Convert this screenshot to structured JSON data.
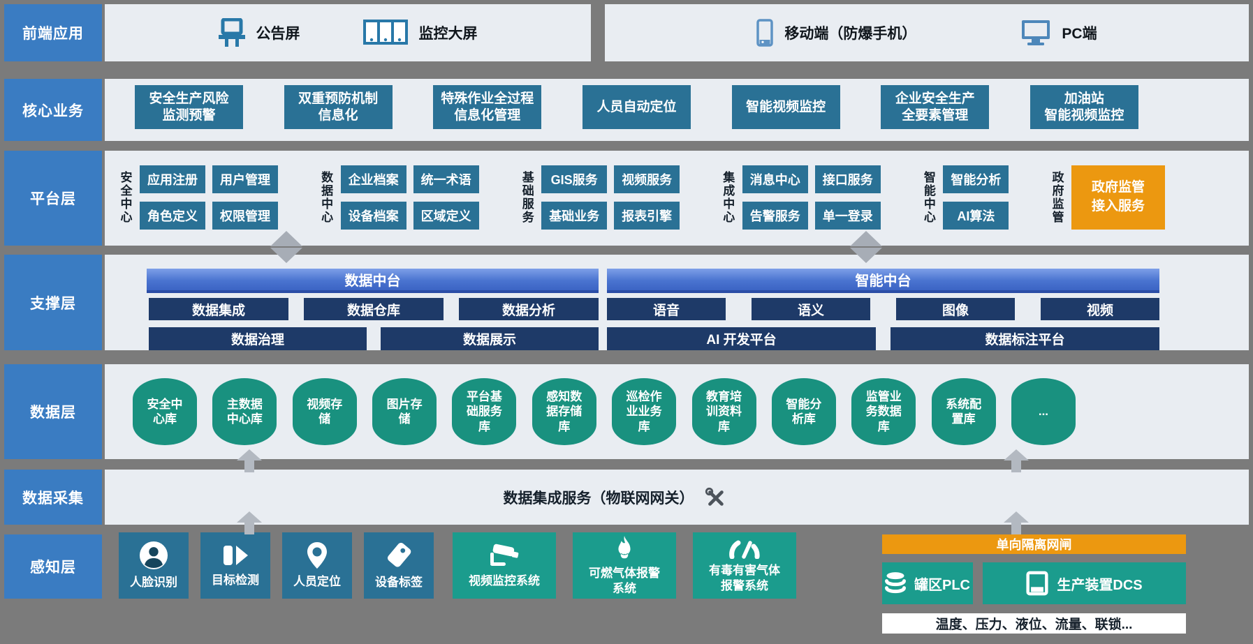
{
  "colors": {
    "background_gray": "#7b7b7b",
    "band_light": "#e9edf2",
    "sidebar_blue": "#3a7cc2",
    "box_teal_blue": "#2a7195",
    "box_navy": "#1e3a68",
    "mid_platform_blue": "#4a74d0",
    "cylinder_green": "#19917f",
    "sensor_green": "#1b9c8d",
    "accent_orange": "#ec9810"
  },
  "layers": {
    "frontend": {
      "label": "前端应用",
      "panel1": [
        {
          "icon": "billboard-icon",
          "label": "公告屏"
        },
        {
          "icon": "monitor-wall-icon",
          "label": "监控大屏"
        }
      ],
      "panel2": [
        {
          "icon": "phone-icon",
          "label": "移动端（防爆手机）"
        },
        {
          "icon": "pc-icon",
          "label": "PC端"
        }
      ]
    },
    "core": {
      "label": "核心业务",
      "boxes": [
        "安全生产风险\n监测预警",
        "双重预防机制\n信息化",
        "特殊作业全过程\n信息化管理",
        "人员自动定位",
        "智能视频监控",
        "企业安全生产\n全要素管理",
        "加油站\n智能视频监控"
      ]
    },
    "platform": {
      "label": "平台层",
      "groups": [
        {
          "title": "安全中心",
          "cols": [
            [
              "应用注册",
              "角色定义"
            ],
            [
              "用户管理",
              "权限管理"
            ]
          ]
        },
        {
          "title": "数据中心",
          "cols": [
            [
              "企业档案",
              "设备档案"
            ],
            [
              "统一术语",
              "区域定义"
            ]
          ]
        },
        {
          "title": "基础服务",
          "cols": [
            [
              "GIS服务",
              "基础业务"
            ],
            [
              "视频服务",
              "报表引擎"
            ]
          ]
        },
        {
          "title": "集成中心",
          "cols": [
            [
              "消息中心",
              "告警服务"
            ],
            [
              "接口服务",
              "单一登录"
            ]
          ]
        },
        {
          "title": "智能中心",
          "cols": [
            [
              "智能分析",
              "AI算法"
            ]
          ]
        }
      ],
      "gov": {
        "title": "政府监管",
        "box": "政府监管\n接入服务"
      }
    },
    "support": {
      "label": "支撑层",
      "left": {
        "header": "数据中台",
        "row1": [
          "数据集成",
          "数据仓库",
          "数据分析"
        ],
        "row2": [
          "数据治理",
          "数据展示"
        ]
      },
      "right": {
        "header": "智能中台",
        "row1": [
          "语音",
          "语义",
          "图像",
          "视频"
        ],
        "row2": [
          "AI 开发平台",
          "数据标注平台"
        ]
      }
    },
    "data": {
      "label": "数据层",
      "cylinders": [
        "安全中心库",
        "主数据中心库",
        "视频存储",
        "图片存储",
        "平台基础服务库",
        "感知数据存储库",
        "巡检作业业务库",
        "教育培训资料库",
        "智能分析库",
        "监管业务数据库",
        "系统配置库",
        "..."
      ]
    },
    "collection": {
      "label": "数据采集",
      "text": "数据集成服务（物联网网关）",
      "icon": "tools-icon"
    },
    "perception": {
      "label": "感知层",
      "sensors": [
        {
          "icon": "face-icon",
          "label": "人脸识别",
          "type": "blue"
        },
        {
          "icon": "detect-icon",
          "label": "目标检测",
          "type": "blue"
        },
        {
          "icon": "pin-icon",
          "label": "人员定位",
          "type": "blue"
        },
        {
          "icon": "tag-icon",
          "label": "设备标签",
          "type": "blue"
        },
        {
          "icon": "cctv-icon",
          "label": "视频监控系统",
          "type": "green"
        },
        {
          "icon": "flame-icon",
          "label": "可燃气体报警系统",
          "type": "green"
        },
        {
          "icon": "gauge-icon",
          "label": "有毒有害气体报警系统",
          "type": "green"
        }
      ],
      "right": {
        "gateway": "单向隔离网闸",
        "plc": {
          "icon": "database-icon",
          "label": "罐区PLC"
        },
        "dcs": {
          "icon": "panel-icon",
          "label": "生产装置DCS"
        },
        "signals": "温度、压力、液位、流量、联锁..."
      }
    }
  }
}
